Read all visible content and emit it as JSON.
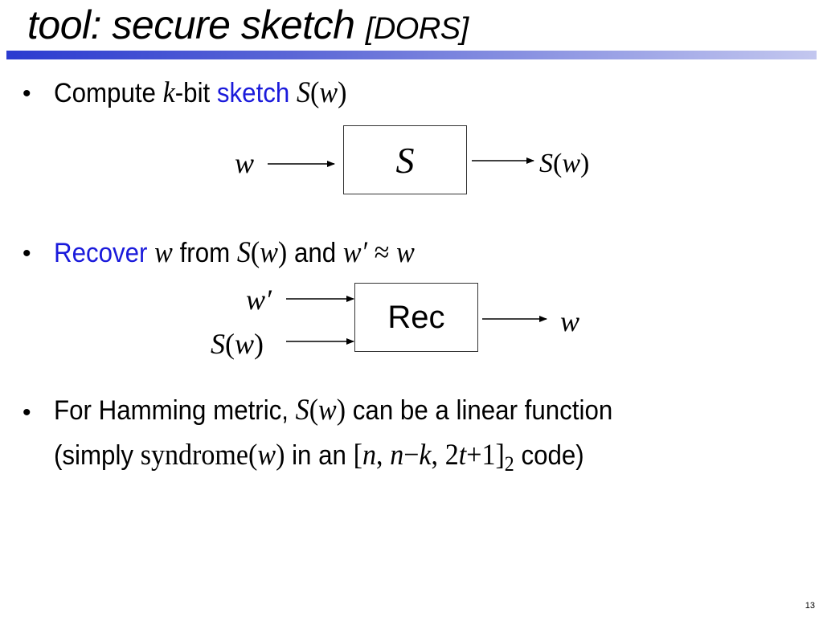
{
  "title": {
    "main": "tool: secure sketch",
    "ref": "[DORS]"
  },
  "bullets": [
    {
      "marker": "•",
      "parts": [
        "Compute",
        "k",
        "-bit",
        "sketch",
        "S",
        "(",
        "w",
        ")"
      ]
    },
    {
      "marker": "•",
      "parts": [
        "Recover",
        "w",
        "from",
        "S",
        "(",
        "w",
        ")",
        "and",
        "w′",
        "≈",
        "w"
      ]
    },
    {
      "marker": "•",
      "line1": [
        "For Hamming metric,",
        "S",
        "(",
        "w",
        ")",
        "can be a linear function"
      ],
      "line2": [
        "(simply",
        "syndrome",
        "(",
        "w",
        ")",
        "in an",
        "[",
        "n",
        ",",
        "n",
        "−",
        "k",
        ",",
        "2",
        "t",
        "+1",
        "]",
        "2",
        "code)"
      ]
    }
  ],
  "diagram1": {
    "input": "w",
    "box": "S",
    "output_fn": "S",
    "output_arg": "w"
  },
  "diagram2": {
    "input1": "w′",
    "input2_fn": "S",
    "input2_arg": "w",
    "box": "Rec",
    "output": "w"
  },
  "page_number": "13",
  "colors": {
    "accent_text": "#1a1adb",
    "rule_start": "#2b3bd0",
    "rule_end": "#c3c7ef"
  }
}
